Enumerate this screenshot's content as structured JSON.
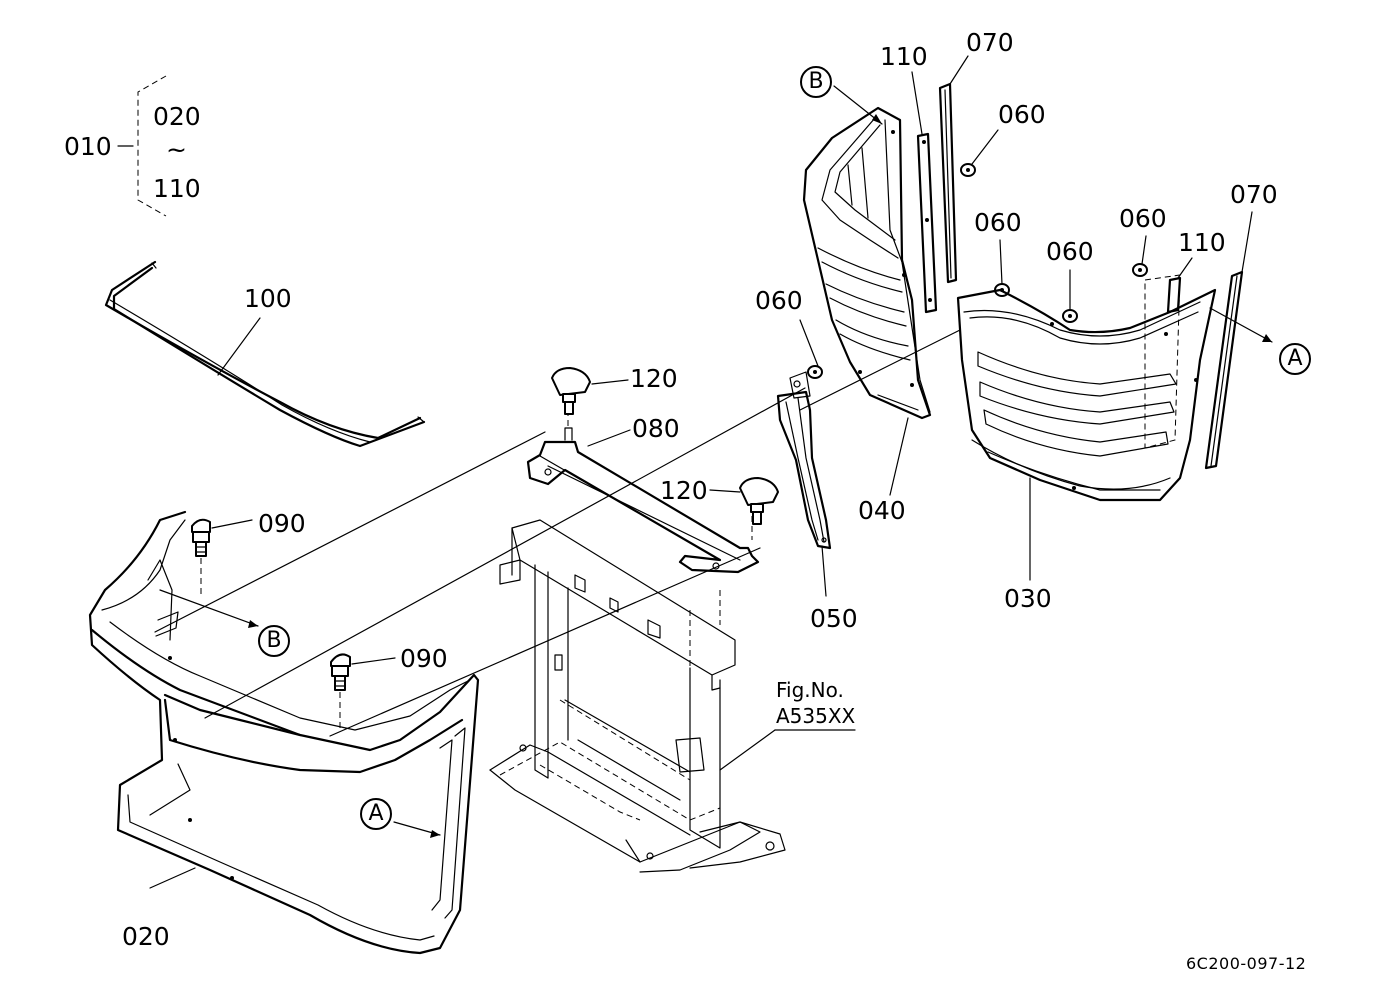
{
  "drawing": {
    "assembly": {
      "parent": "010",
      "range_start": "020",
      "range_sep": "~",
      "range_end": "110"
    },
    "parts": [
      {
        "key": "p100",
        "label": "100"
      },
      {
        "key": "p120a",
        "label": "120"
      },
      {
        "key": "p080",
        "label": "080"
      },
      {
        "key": "p120b",
        "label": "120"
      },
      {
        "key": "p090a",
        "label": "090"
      },
      {
        "key": "p090b",
        "label": "090"
      },
      {
        "key": "p020",
        "label": "020"
      },
      {
        "key": "p060a",
        "label": "060"
      },
      {
        "key": "p050",
        "label": "050"
      },
      {
        "key": "p040",
        "label": "040"
      },
      {
        "key": "p110a",
        "label": "110"
      },
      {
        "key": "p070a",
        "label": "070"
      },
      {
        "key": "p060b",
        "label": "060"
      },
      {
        "key": "p060c",
        "label": "060"
      },
      {
        "key": "p060d",
        "label": "060"
      },
      {
        "key": "p060e",
        "label": "060"
      },
      {
        "key": "p110b",
        "label": "110"
      },
      {
        "key": "p070b",
        "label": "070"
      },
      {
        "key": "p030",
        "label": "030"
      }
    ],
    "callouts": {
      "b_top": "B",
      "b_mid": "B",
      "a_left": "A",
      "a_right": "A"
    },
    "figure_ref": {
      "line1": "Fig.No.",
      "line2": "A535XX"
    },
    "drawing_number": "6C200-097-12"
  }
}
